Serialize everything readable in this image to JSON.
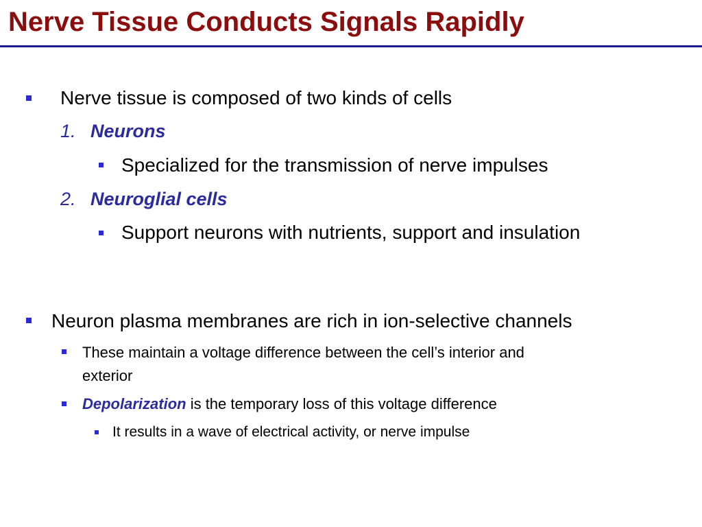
{
  "title": "Nerve Tissue Conducts Signals Rapidly",
  "colors": {
    "title": "#8b0d0d",
    "rule": "#1a1a8c",
    "bullet": "#2b2bd6",
    "emphasis": "#2b2b9e"
  },
  "section1": {
    "intro": "Nerve tissue is composed of two kinds of cells",
    "items": [
      {
        "number": "1.",
        "label": "Neurons",
        "detail": "Specialized for the transmission of nerve impulses"
      },
      {
        "number": "2.",
        "label": "Neuroglial cells",
        "detail": "Support neurons with nutrients, support and insulation"
      }
    ]
  },
  "section2": {
    "main": "Neuron plasma membranes are rich in ion-selective channels",
    "sub1_line1": "These maintain a voltage difference between the cell’s interior and",
    "sub1_line2": "exterior",
    "sub2_term": "Depolarization",
    "sub2_rest": " is the temporary loss of this voltage difference",
    "sub3": "It results in a wave of electrical activity, or nerve impulse"
  }
}
